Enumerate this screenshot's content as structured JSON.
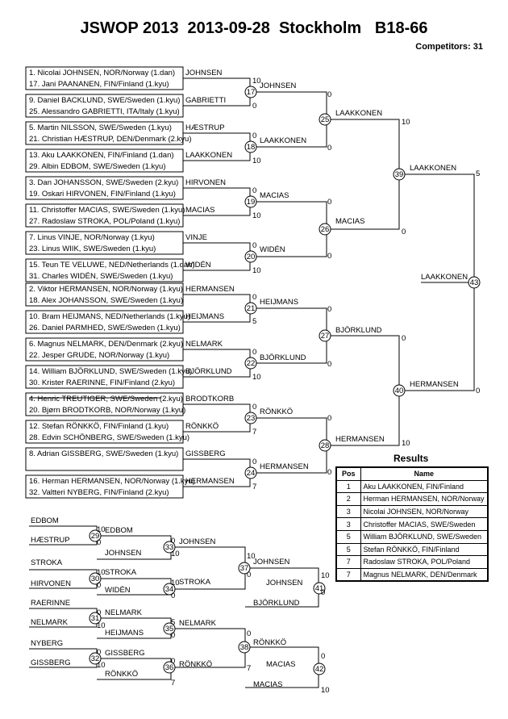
{
  "header": {
    "title": "JSWOP 2013  2013-09-28  Stockholm   B18-66",
    "competitors": "Competitors: 31"
  },
  "entrants": [
    "1. Nicolai JOHNSEN, NOR/Norway (1.dan)",
    "17. Jani PAANANEN, FIN/Finland (1.kyu)",
    "9. Daniel BACKLUND, SWE/Sweden (1.kyu)",
    "25. Alessandro GABRIETTI, ITA/Italy (1.kyu)",
    "5. Martin NILSSON, SWE/Sweden (1.kyu)",
    "21. Christian HÆSTRUP, DEN/Denmark (2.kyu)",
    "13. Aku LAAKKONEN, FIN/Finland (1.dan)",
    "29. Albin EDBOM, SWE/Sweden (1.kyu)",
    "3. Dan JOHANSSON, SWE/Sweden (2.kyu)",
    "19. Oskari HIRVONEN, FIN/Finland (1.kyu)",
    "11. Christoffer MACIAS, SWE/Sweden (1.kyu)",
    "27. Radoslaw STROKA, POL/Poland (1.kyu)",
    "7. Linus VINJE, NOR/Norway (1.kyu)",
    "23. Linus WIIK, SWE/Sweden (1.kyu)",
    "15. Teun TE VELUWE, NED/Netherlands (1.dan)",
    "31. Charles WIDÉN, SWE/Sweden (1.kyu)",
    "2. Viktor  HERMANSEN, NOR/Norway (1.kyu)",
    "18. Alex JOHANSSON, SWE/Sweden (1.kyu)",
    "10. Bram HEIJMANS, NED/Netherlands (1.kyu)",
    "26. Daniel PARMHED, SWE/Sweden (1.kyu)",
    "6. Magnus NELMARK, DEN/Denmark (2.kyu)",
    "22. Jesper GRUDE, NOR/Norway (1.kyu)",
    "14. William BJÖRKLUND, SWE/Sweden (1.kyu)",
    "30. Krister RAERINNE, FIN/Finland (2.kyu)",
    "4. Henric TREUTIGER, SWE/Sweden (2.kyu)",
    "20. Bjørn BRODTKORB, NOR/Norway (1.kyu)",
    "12. Stefan  RÖNKKÖ, FIN/Finland (1.kyu)",
    "28. Edvin SCHÖNBERG, SWE/Sweden (1.kyu)",
    "8. Adrian GISSBERG, SWE/Sweden (1.kyu)",
    "16. Herman HERMANSEN, NOR/Norway (1.kyu)",
    "32. Valtteri NYBERG, FIN/Finland (2.kyu)"
  ],
  "round1_winners": [
    "JOHNSEN",
    "GABRIETTI",
    "HÆSTRUP",
    "LAAKKONEN",
    "HIRVONEN",
    "MACIAS",
    "VINJE",
    "WIDÉN",
    "HERMANSEN",
    "HEIJMANS",
    "NELMARK",
    "BJÖRKLUND",
    "BRODTKORB",
    "RÖNKKÖ",
    "GISSBERG",
    "HERMANSEN"
  ],
  "round2_winners": [
    "JOHNSEN",
    "LAAKKONEN",
    "MACIAS",
    "WIDÉN",
    "HEIJMANS",
    "BJÖRKLUND",
    "RÖNKKÖ",
    "HERMANSEN"
  ],
  "round3_winners": [
    "LAAKKONEN",
    "MACIAS",
    "BJÖRKLUND",
    "HERMANSEN"
  ],
  "round4_winners": [
    "LAAKKONEN",
    "HERMANSEN"
  ],
  "final_winner": "LAAKKONEN",
  "match_numbers": [
    "17",
    "18",
    "19",
    "20",
    "21",
    "22",
    "23",
    "24",
    "25",
    "26",
    "27",
    "28",
    "39",
    "40",
    "43",
    "29",
    "30",
    "31",
    "32",
    "33",
    "34",
    "35",
    "36",
    "37",
    "38",
    "41",
    "42"
  ],
  "repechage": {
    "r1": [
      "EDBOM",
      "HÆSTRUP",
      "STROKA",
      "HIRVONEN",
      "RAERINNE",
      "NELMARK",
      "NYBERG",
      "GISSBERG"
    ],
    "r1_winners": [
      "EDBOM",
      "STROKA",
      "NELMARK",
      "GISSBERG"
    ],
    "r2_opp": [
      "JOHNSEN",
      "WIDÉN",
      "HEIJMANS",
      "RÖNKKÖ"
    ],
    "r2_winners": [
      "JOHNSEN",
      "STROKA",
      "NELMARK",
      "RÖNKKÖ"
    ],
    "r3_winners": [
      "JOHNSEN",
      "RÖNKKÖ"
    ],
    "r3_opp": [
      "BJÖRKLUND",
      "MACIAS"
    ],
    "r4_winners": [
      "JOHNSEN",
      "MACIAS"
    ]
  },
  "results": {
    "title": "Results",
    "headers": [
      "Pos",
      "Name"
    ],
    "rows": [
      {
        "pos": "1",
        "name": "Aku LAAKKONEN, FIN/Finland"
      },
      {
        "pos": "2",
        "name": "Herman HERMANSEN, NOR/Norway"
      },
      {
        "pos": "3",
        "name": "Nicolai JOHNSEN, NOR/Norway"
      },
      {
        "pos": "3",
        "name": "Christoffer MACIAS, SWE/Sweden"
      },
      {
        "pos": "5",
        "name": "William BJÖRKLUND, SWE/Sweden"
      },
      {
        "pos": "5",
        "name": "Stefan  RÖNKKÖ, FIN/Finland"
      },
      {
        "pos": "7",
        "name": "Radoslaw STROKA, POL/Poland"
      },
      {
        "pos": "7",
        "name": "Magnus NELMARK, DEN/Denmark"
      }
    ]
  }
}
